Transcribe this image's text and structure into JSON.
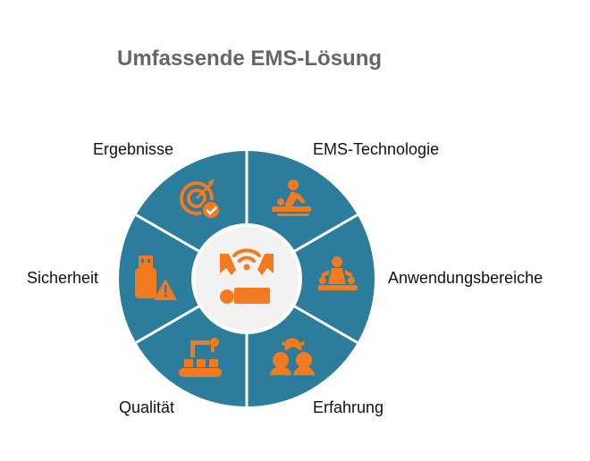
{
  "title": "Umfassende EMS-Lösung",
  "colors": {
    "segment": "#2c7c9b",
    "divider": "#ffffff",
    "center_fill": "#f2f2f2",
    "accent": "#f47a20",
    "title": "#666666"
  },
  "segments": [
    {
      "label": "EMS-Technologie",
      "icon": "massage-therapy-icon"
    },
    {
      "label": "Anwendungsbereiche",
      "icon": "physiotherapy-icon"
    },
    {
      "label": "Erfahrung",
      "icon": "team-collaboration-icon"
    },
    {
      "label": "Qualität",
      "icon": "assembly-line-icon"
    },
    {
      "label": "Sicherheit",
      "icon": "usb-warning-icon"
    },
    {
      "label": "Ergebnisse",
      "icon": "target-check-icon"
    }
  ],
  "center": {
    "icon": "robotic-wireless-control-icon"
  }
}
